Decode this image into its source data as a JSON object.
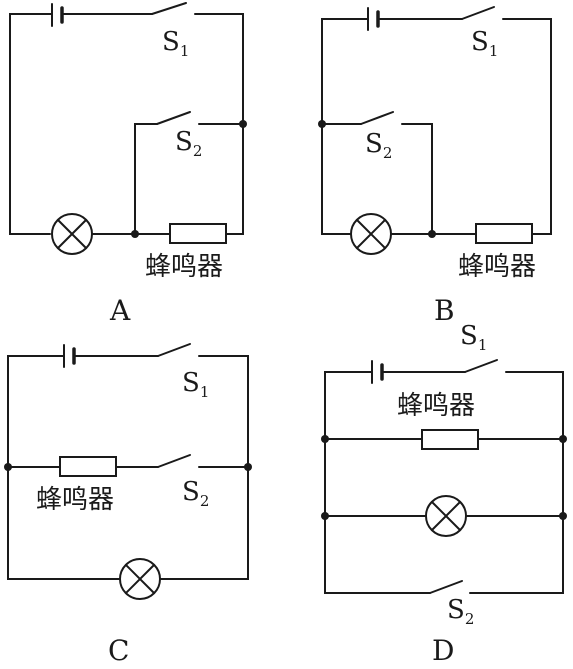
{
  "options": [
    {
      "letter": "A",
      "s1": "S",
      "s1_sub": "1",
      "s2": "S",
      "s2_sub": "2",
      "buzzer": "蜂鸣器"
    },
    {
      "letter": "B",
      "s1": "S",
      "s1_sub": "1",
      "s2": "S",
      "s2_sub": "2",
      "buzzer": "蜂鸣器"
    },
    {
      "letter": "C",
      "s1": "S",
      "s1_sub": "1",
      "s2": "S",
      "s2_sub": "2",
      "buzzer": "蜂鸣器"
    },
    {
      "letter": "D",
      "s1": "S",
      "s1_sub": "1",
      "s2": "S",
      "s2_sub": "2",
      "buzzer": "蜂鸣器"
    }
  ]
}
